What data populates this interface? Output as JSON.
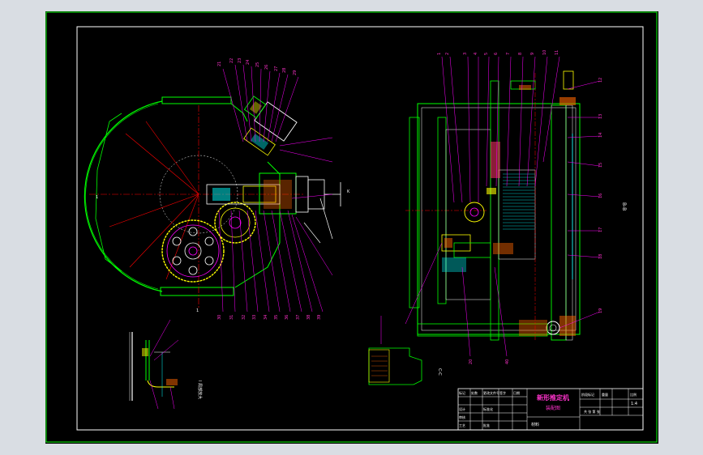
{
  "drawing": {
    "title_main": "新形推定机",
    "title_sub": "装配图",
    "section_label": "B-B",
    "view_label_left": "C-C",
    "view_label_bottom": "1:1",
    "scale": "1:4",
    "sheet_info": "共 张 第 张",
    "title_block": {
      "row1": [
        "标记",
        "处数",
        "更改文件号",
        "签字",
        "日期"
      ],
      "row2": [
        "设计",
        "",
        "标准化",
        "",
        ""
      ],
      "row3": [
        "审核",
        "",
        "",
        "",
        ""
      ],
      "row4": [
        "工艺",
        "",
        "批准",
        "",
        ""
      ],
      "material": "材料",
      "stage_label": "阶段标记",
      "weight_label": "重量",
      "scale_label": "比例"
    }
  },
  "colors": {
    "outer_frame": "#00ff00",
    "inner_frame": "#ffffff",
    "background": "#000000",
    "parts_green": "#00ff00",
    "centerlines": "#ff0000",
    "leaders": "#ff00ff",
    "hatch": "#00ffff",
    "details": "#ffff00"
  }
}
